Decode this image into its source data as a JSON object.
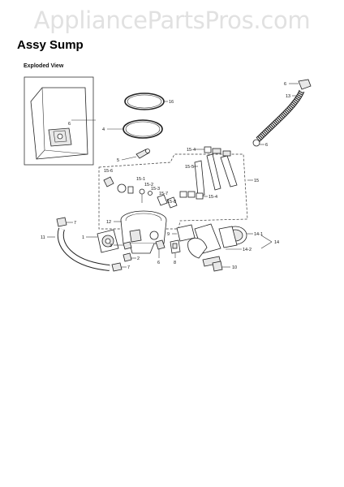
{
  "watermark": "AppliancePartsPros.com",
  "title": "Assy Sump",
  "subtitle": "Exploded View",
  "labels": {
    "l6a": "6",
    "l16": "16",
    "l4": "4",
    "l5": "5",
    "l6b": "6",
    "l13": "13",
    "l6c": "6",
    "l15_4": "15-4",
    "l15_5": "15-5",
    "l15": "15",
    "l15_6": "15-6",
    "l15_1": "15-1",
    "l15_2": "15-2",
    "l15_3": "15-3",
    "l15_7": "15-7",
    "l15_8": "15-8",
    "l15_4b": "15-4",
    "l7a": "7",
    "l12": "12",
    "l11": "11",
    "l1": "1",
    "l3": "3",
    "l2": "2",
    "l7b": "7",
    "l8": "8",
    "l9": "9",
    "l14_1": "14-1",
    "l14": "14",
    "l14_2": "14-2",
    "l10": "10"
  }
}
